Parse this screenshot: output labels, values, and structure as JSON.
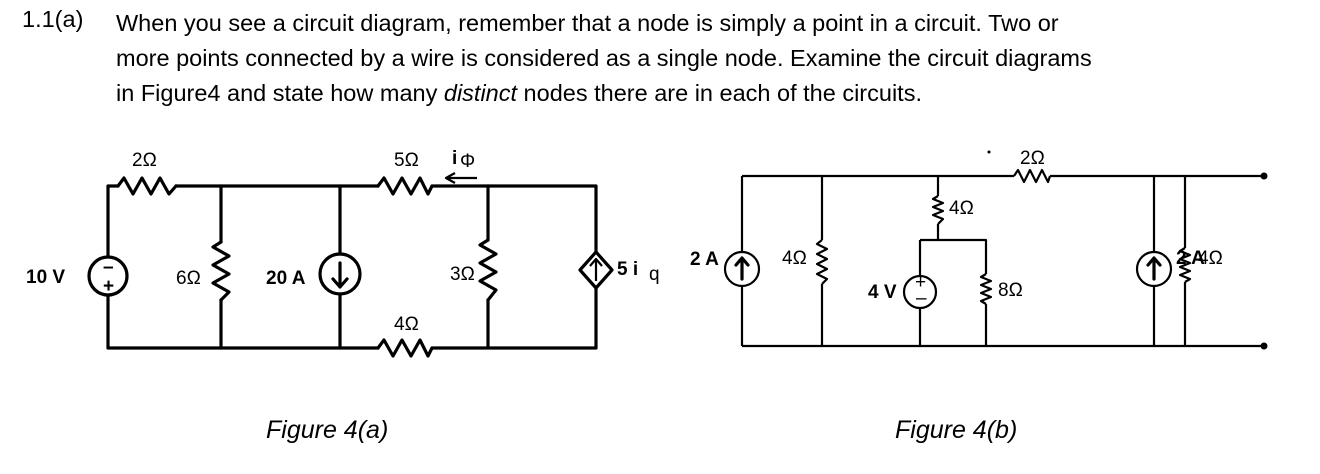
{
  "question": {
    "number": "1.1(a)",
    "line1": "When you see a circuit diagram, remember that a node is simply a point in a circuit. Two or",
    "line2": "more points connected by a wire is considered as a single node. Examine the circuit diagrams",
    "line3_before": "in Figure4 and state how many ",
    "line3_emph": "distinct",
    "line3_after": " nodes there are in each of the circuits."
  },
  "figure_a": {
    "caption": "Figure 4(a)",
    "labels": {
      "r_top_left": "2Ω",
      "r_top_mid": "5Ω",
      "current_label": "i",
      "current_sub": "Φ",
      "vsource": "10 V",
      "r_6": "6Ω",
      "isource_20": "20 A",
      "r_4": "4Ω",
      "r_3": "3Ω",
      "dep_source": "5 i",
      "dep_sub": "q"
    }
  },
  "figure_b": {
    "caption": "Figure 4(b)",
    "labels": {
      "r_top": "2Ω",
      "r_4_top": "4Ω",
      "isource_2_left": "2 A",
      "r_4_left": "4Ω",
      "vsource": "4 V",
      "r_8": "8Ω",
      "isource_2_right": "2 A",
      "r_4_right": "4Ω"
    }
  }
}
